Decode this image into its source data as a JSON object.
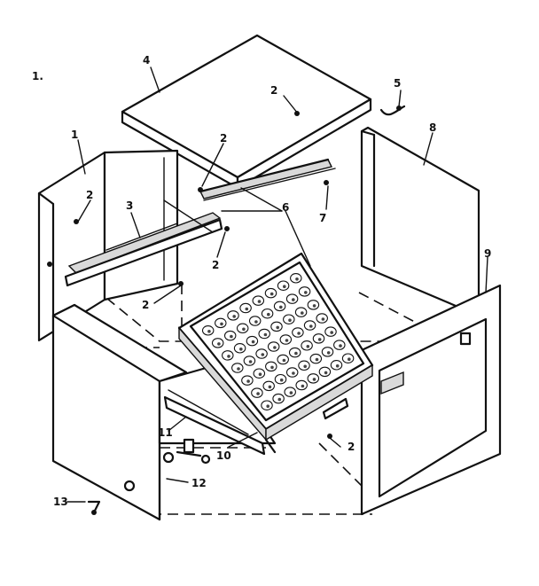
{
  "figure": {
    "corner_mark": "1."
  },
  "callouts": [
    {
      "id": "c1",
      "label": "1"
    },
    {
      "id": "c2a",
      "label": "2"
    },
    {
      "id": "c2b",
      "label": "2"
    },
    {
      "id": "c2c",
      "label": "2"
    },
    {
      "id": "c2d",
      "label": "2"
    },
    {
      "id": "c2e",
      "label": "2"
    },
    {
      "id": "c2f",
      "label": "2"
    },
    {
      "id": "c3",
      "label": "3"
    },
    {
      "id": "c4",
      "label": "4"
    },
    {
      "id": "c5",
      "label": "5"
    },
    {
      "id": "c6",
      "label": "6"
    },
    {
      "id": "c7",
      "label": "7"
    },
    {
      "id": "c8",
      "label": "8"
    },
    {
      "id": "c9",
      "label": "9"
    },
    {
      "id": "c10",
      "label": "10"
    },
    {
      "id": "c11",
      "label": "11"
    },
    {
      "id": "c12",
      "label": "12"
    },
    {
      "id": "c13",
      "label": "13"
    }
  ]
}
